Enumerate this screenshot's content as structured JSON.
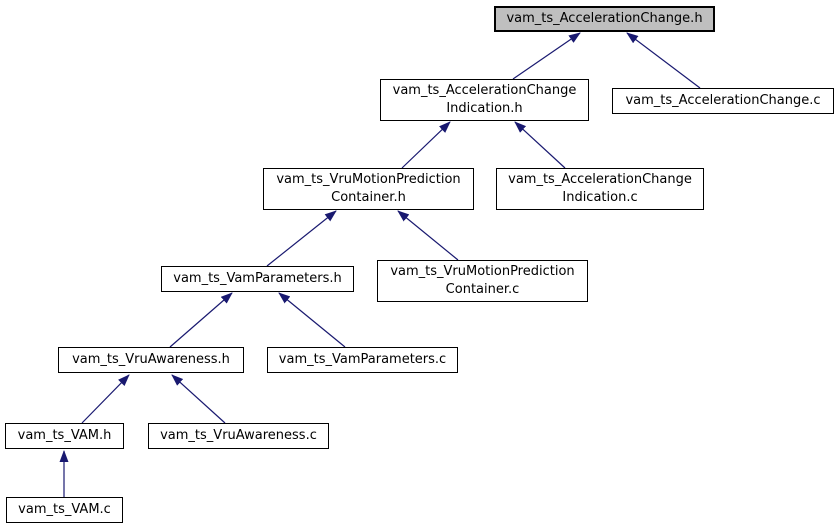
{
  "diagram": {
    "type": "include-dependency-graph",
    "colors": {
      "edge": "#191970",
      "node_border": "#000000",
      "node_fill": "#ffffff",
      "highlight_fill": "#bfbfbf",
      "background": "#ffffff",
      "text": "#000000"
    },
    "nodes": [
      {
        "id": "accel-h",
        "label": "vam_ts_AccelerationChange.h",
        "highlighted": true
      },
      {
        "id": "accel-ind-h",
        "label": "vam_ts_AccelerationChange\nIndication.h",
        "highlighted": false
      },
      {
        "id": "accel-c",
        "label": "vam_ts_AccelerationChange.c",
        "highlighted": false
      },
      {
        "id": "vru-motion-h",
        "label": "vam_ts_VruMotionPrediction\nContainer.h",
        "highlighted": false
      },
      {
        "id": "accel-ind-c",
        "label": "vam_ts_AccelerationChange\nIndication.c",
        "highlighted": false
      },
      {
        "id": "vam-params-h",
        "label": "vam_ts_VamParameters.h",
        "highlighted": false
      },
      {
        "id": "vru-motion-c",
        "label": "vam_ts_VruMotionPrediction\nContainer.c",
        "highlighted": false
      },
      {
        "id": "vru-aware-h",
        "label": "vam_ts_VruAwareness.h",
        "highlighted": false
      },
      {
        "id": "vam-params-c",
        "label": "vam_ts_VamParameters.c",
        "highlighted": false
      },
      {
        "id": "vam-h",
        "label": "vam_ts_VAM.h",
        "highlighted": false
      },
      {
        "id": "vru-aware-c",
        "label": "vam_ts_VruAwareness.c",
        "highlighted": false
      },
      {
        "id": "vam-c",
        "label": "vam_ts_VAM.c",
        "highlighted": false
      }
    ],
    "edges": [
      {
        "from": "accel-ind-h",
        "to": "accel-h"
      },
      {
        "from": "accel-c",
        "to": "accel-h"
      },
      {
        "from": "vru-motion-h",
        "to": "accel-ind-h"
      },
      {
        "from": "accel-ind-c",
        "to": "accel-ind-h"
      },
      {
        "from": "vam-params-h",
        "to": "vru-motion-h"
      },
      {
        "from": "vru-motion-c",
        "to": "vru-motion-h"
      },
      {
        "from": "vru-aware-h",
        "to": "vam-params-h"
      },
      {
        "from": "vam-params-c",
        "to": "vam-params-h"
      },
      {
        "from": "vam-h",
        "to": "vru-aware-h"
      },
      {
        "from": "vru-aware-c",
        "to": "vru-aware-h"
      },
      {
        "from": "vam-c",
        "to": "vam-h"
      }
    ]
  }
}
